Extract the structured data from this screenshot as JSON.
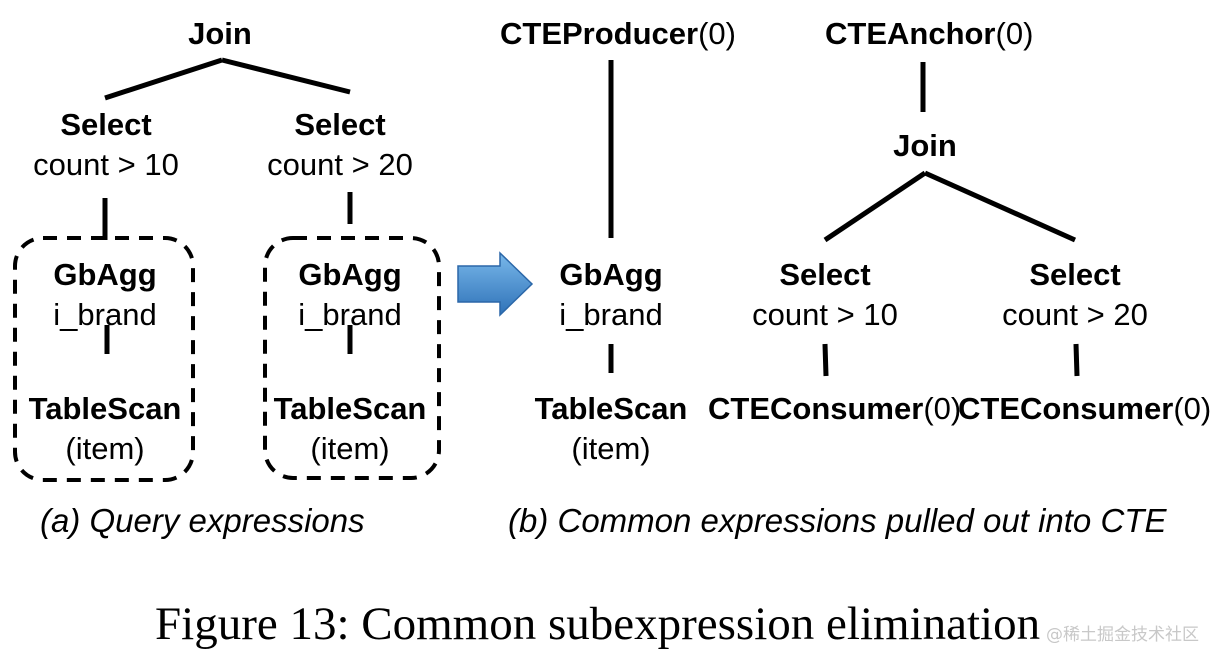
{
  "left": {
    "join": "Join",
    "select_a": {
      "title": "Select",
      "detail": "count > 10"
    },
    "select_b": {
      "title": "Select",
      "detail": "count > 20"
    },
    "gbagg_a": {
      "title": "GbAgg",
      "detail": "i_brand"
    },
    "gbagg_b": {
      "title": "GbAgg",
      "detail": "i_brand"
    },
    "scan_a": {
      "title": "TableScan",
      "detail": "(item)"
    },
    "scan_b": {
      "title": "TableScan",
      "detail": "(item)"
    },
    "caption": "(a) Query expressions"
  },
  "right": {
    "producer": {
      "bold": "CTEProducer",
      "suffix": "(0)"
    },
    "anchor": {
      "bold": "CTEAnchor",
      "suffix": "(0)"
    },
    "gbagg": {
      "title": "GbAgg",
      "detail": "i_brand"
    },
    "scan": {
      "title": "TableScan",
      "detail": "(item)"
    },
    "join": "Join",
    "select_a": {
      "title": "Select",
      "detail": "count > 10"
    },
    "select_b": {
      "title": "Select",
      "detail": "count > 20"
    },
    "consumer_a": {
      "bold": "CTEConsumer",
      "suffix": "(0)"
    },
    "consumer_b": {
      "bold": "CTEConsumer",
      "suffix": "(0)"
    },
    "caption": "(b) Common expressions pulled out into CTE"
  },
  "figure_caption": "Figure 13: Common subexpression elimination",
  "watermark": "@稀土掘金技术社区",
  "colors": {
    "arrow_light": "#5ea7e0",
    "arrow_dark": "#2f72b8",
    "ink": "#000000"
  }
}
